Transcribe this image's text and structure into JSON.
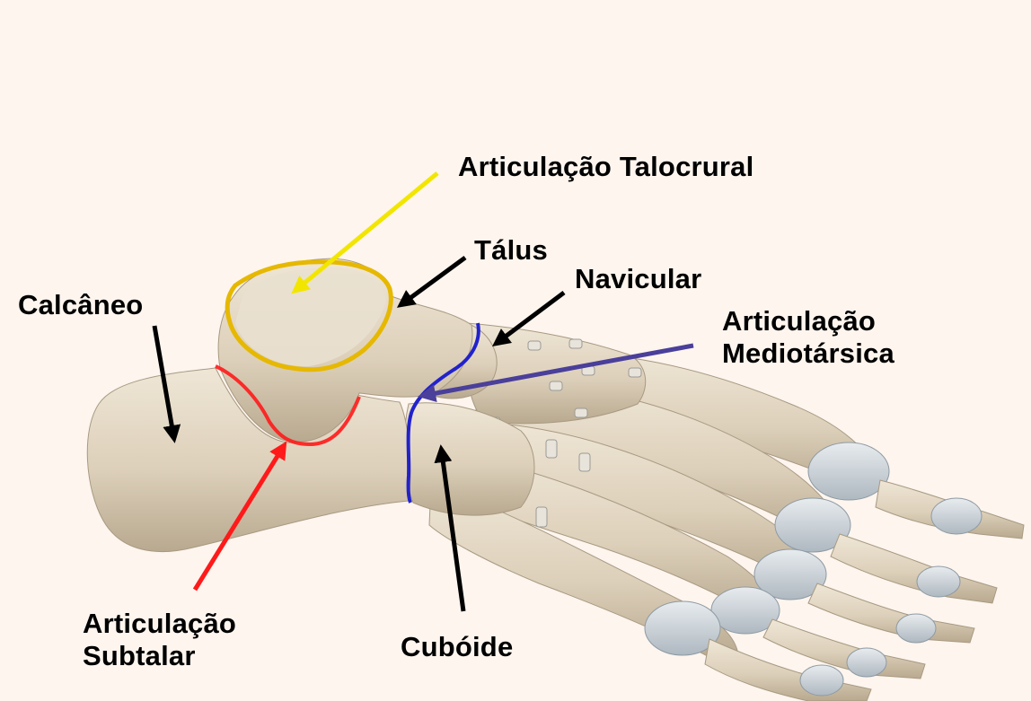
{
  "labels": {
    "talocrural": "Articulação Talocrural",
    "talus": "Tálus",
    "navicular": "Navicular",
    "calcaneus": "Calcâneo",
    "midtarsal": [
      "Articulação",
      "Mediotársica"
    ],
    "subtalar": [
      "Articulação",
      "Subtalar"
    ],
    "cuboid": "Cubóide"
  },
  "colors": {
    "background": "#fdf5ee",
    "bone": "#e2d6c2",
    "bone_shadow": "#b9ab94",
    "cartilage": "#d6dde2",
    "talocrural_outline": "#e6b800",
    "talocrural_arrow": "#f2e600",
    "subtalar": "#ff1a1a",
    "midtarsal_line": "#2222cc",
    "midtarsal_arrow": "#4a3f9a",
    "pointer": "#000000"
  }
}
